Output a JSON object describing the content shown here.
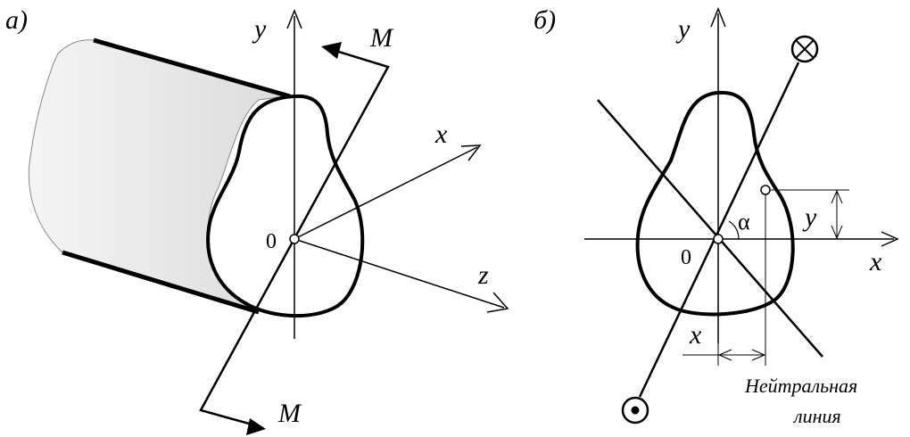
{
  "panel_a": {
    "label": "а)",
    "axis_y": "y",
    "axis_x": "x",
    "axis_z": "z",
    "origin": "0",
    "moment_top": "M",
    "moment_bottom": "M"
  },
  "panel_b": {
    "label": "б)",
    "axis_y": "y",
    "axis_x": "x",
    "origin": "0",
    "angle": "α",
    "dim_y": "y",
    "dim_x": "x",
    "neutral_line_1": "Нейтральная",
    "neutral_line_2": "линия"
  }
}
